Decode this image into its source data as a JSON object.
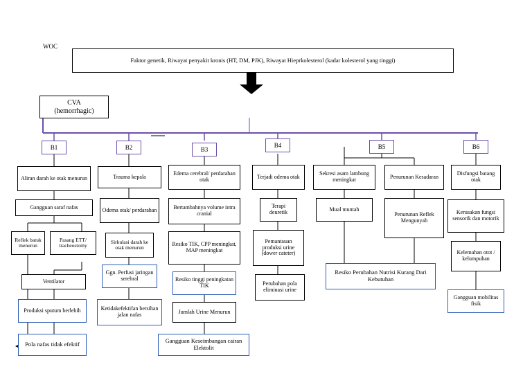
{
  "page": {
    "title_label": "WOC"
  },
  "nodes": {
    "top": {
      "text": "Faktor genetik, Riwayat penyakit kronis (HT, DM, PJK), Riwayat Hieprkolesterol (kadar kolesterol yang tinggi)"
    },
    "cva": {
      "line1": "CVA",
      "line2": "(hemorrhagic)"
    },
    "b1": "B1",
    "b2": "B2",
    "b3": "B3",
    "b4": "B4",
    "b5": "B5",
    "b6": "B6",
    "col1": [
      "Aliran darah ke otak menurun",
      "Gangguan saraf nafas",
      "Reflek batuk menurun",
      "Pasang ETT/ tracheostomy",
      "Ventilator",
      "Produksi sputum berlebih",
      "Pola nafas tidak efektif"
    ],
    "col2": [
      "Trauma kepala",
      "Odema otak/ perdarahan",
      "Sirkulasi darah ke otak menurun",
      "Ggn. Perfusi jaringan serebral",
      "Ketidakefektifan bersihan jalan nafas"
    ],
    "col3": [
      "Edema cerebral/ perdarahan otak",
      "Bertambahnya volume intra cranial",
      "Resiko TIK, CPP meningkat, MAP meningkat",
      "Resiko tinggi peningkatan TIK",
      "Jumlah Urine Menurun",
      "Gangguan Keseimbangan cairan Elektolit"
    ],
    "col4": [
      "Terjadi odema otak",
      "Terapi deuretik",
      "Pemantauan produksi urine (dower cateter)",
      "Perubahan pola eliminasi urine"
    ],
    "col5a": [
      "Sekresi asam lambung meningkat",
      "Mual muntah"
    ],
    "col5b": [
      "Penurunan Kesadaran",
      "Penurunan Reflek Mengunyah"
    ],
    "col5c": "Resiko Perubahan Nutrisi Kurang Dari Kebutuhan",
    "col6": [
      "Disfungsi batang otak",
      "Kerusakan fungsi sensorik dan motorik",
      "Kelemahan otot / kelumpuhan",
      "Gangguan mobilitas fisik"
    ]
  },
  "colors": {
    "blue_border": "#2b5bb5",
    "purple_border": "#6b4fa8",
    "black": "#000000"
  }
}
